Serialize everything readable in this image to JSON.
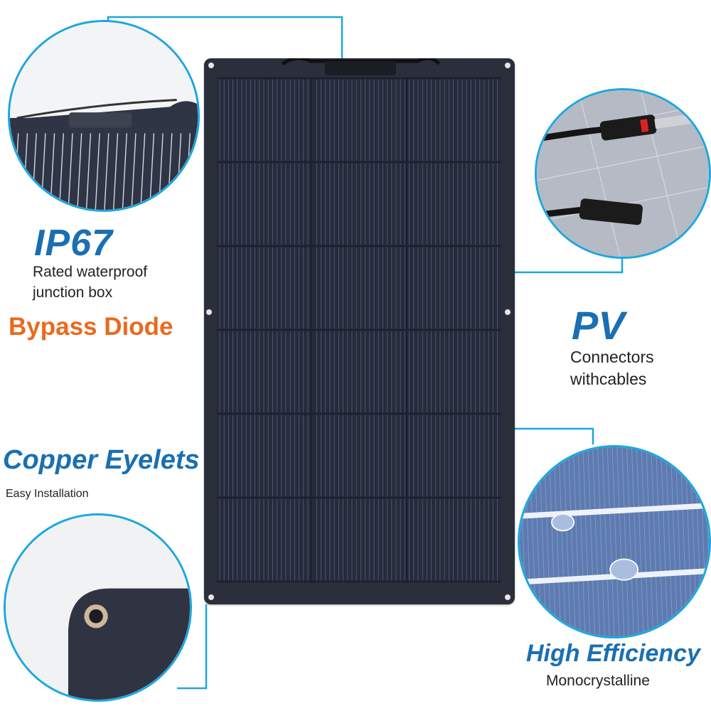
{
  "callouts": {
    "junction": {
      "title": "IP67",
      "line1": "Rated waterproof",
      "line2": "junction box",
      "highlight": "Bypass Diode"
    },
    "eyelets": {
      "title": "Copper Eyelets",
      "line1": "Easy Installation"
    },
    "connectors": {
      "title": "PV",
      "line1": "Connectors",
      "line2": "withcables"
    },
    "efficiency": {
      "title": "High Efficiency",
      "line1": "Monocrystalline"
    }
  },
  "colors": {
    "accent_blue": "#1a6fb2",
    "highlight_orange": "#ea6a1d",
    "callout_line": "#1ca7e0",
    "panel_dark": "#2a2f3b"
  }
}
